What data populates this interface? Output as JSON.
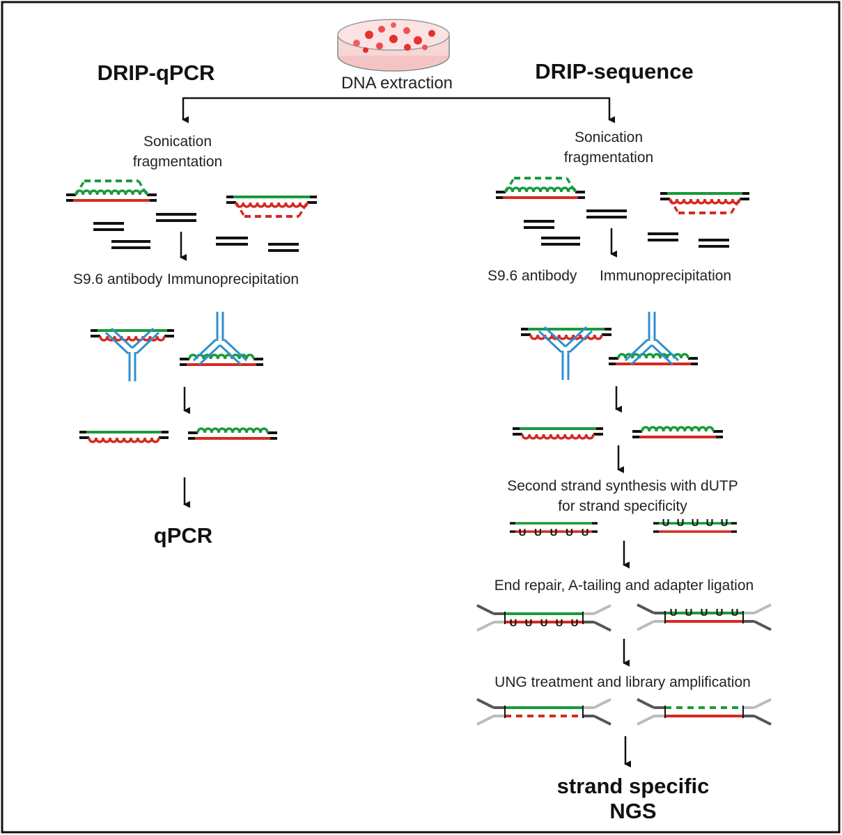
{
  "header": {
    "left_title": "DRIP-qPCR",
    "right_title": "DRIP-sequence",
    "extraction_label": "DNA extraction"
  },
  "left_branch": {
    "sonication_line1": "Sonication",
    "sonication_line2": "fragmentation",
    "antibody_label": "S9.6 antibody",
    "ip_label": "Immunoprecipitation",
    "result": "qPCR"
  },
  "right_branch": {
    "sonication_line1": "Sonication",
    "sonication_line2": "fragmentation",
    "antibody_label": "S9.6 antibody",
    "ip_label": "Immunoprecipitation",
    "second_strand_line1": "Second strand synthesis with dUTP",
    "second_strand_line2": "for strand specificity",
    "end_repair": "End repair, A-tailing and adapter ligation",
    "ung": "UNG treatment and library amplification",
    "result_line1": "strand specific",
    "result_line2": "NGS"
  },
  "colors": {
    "rna_green": "#1a9a3c",
    "dna_red": "#d42a22",
    "antibody_blue": "#2f8fd0",
    "adapter_dark": "#555555",
    "adapter_light": "#bbbbbb",
    "black": "#111111"
  }
}
